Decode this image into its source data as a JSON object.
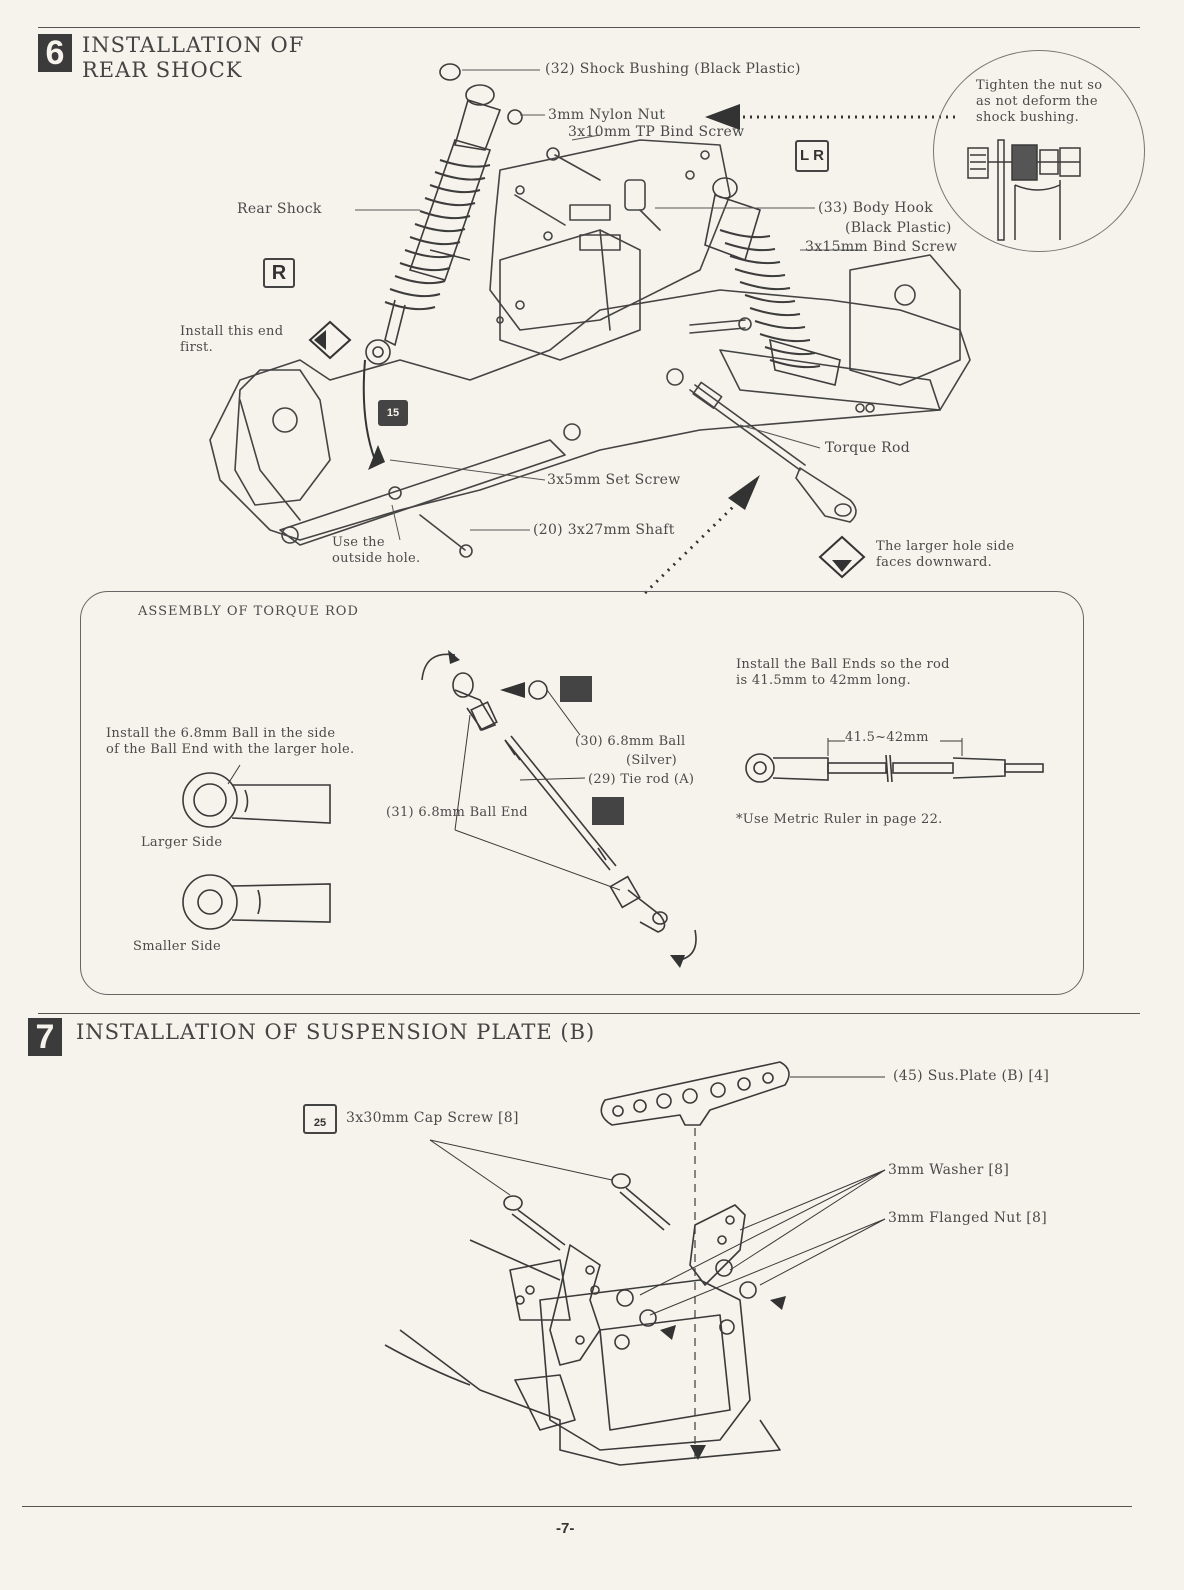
{
  "step6": {
    "number": "6",
    "title_line1": "INSTALLATION OF",
    "title_line2": "REAR SHOCK",
    "labels": {
      "shock_bushing": "(32) Shock Bushing (Black Plastic)",
      "nylon_nut": "3mm Nylon Nut",
      "tp_bind_screw": "3x10mm TP Bind Screw",
      "body_hook_1": "(33) Body Hook",
      "body_hook_2": "(Black Plastic)",
      "bind_screw_15": "3x15mm Bind Screw",
      "rear_shock": "Rear Shock",
      "install_end_1": "Install this end",
      "install_end_2": "first.",
      "torque_rod": "Torque Rod",
      "set_screw": "3x5mm Set Screw",
      "shaft": "(20) 3x27mm Shaft",
      "outside_hole_1": "Use the",
      "outside_hole_2": "outside hole.",
      "larger_hole_1": "The larger hole side",
      "larger_hole_2": "faces downward.",
      "tighten_1": "Tighten the nut so",
      "tighten_2": "as not deform the",
      "tighten_3": "shock bushing.",
      "tag_r": "R",
      "tag_lr": "L R",
      "tag_15": "15"
    }
  },
  "torque_rod_assembly": {
    "title": "ASSEMBLY OF TORQUE ROD",
    "ball_note_1": "Install the 6.8mm Ball in the side",
    "ball_note_2": "of the Ball End with the larger hole.",
    "larger_side": "Larger Side",
    "smaller_side": "Smaller Side",
    "ball": "(30) 6.8mm Ball",
    "ball_color": "(Silver)",
    "tie_rod": "(29) Tie rod (A)",
    "ball_end": "(31) 6.8mm Ball End",
    "length_note_1": "Install the Ball Ends so the rod",
    "length_note_2": "is 41.5mm to 42mm long.",
    "dimension": "41.5~42mm",
    "ruler_note": "*Use Metric Ruler in page 22."
  },
  "step7": {
    "number": "7",
    "title": "INSTALLATION OF SUSPENSION PLATE (B)",
    "sus_plate": "(45) Sus.Plate (B) [4]",
    "cap_screw": "3x30mm Cap Screw [8]",
    "washer": "3mm Washer [8]",
    "flanged_nut": "3mm Flanged Nut [8]",
    "tag_25": "25"
  },
  "footer": {
    "page_number": "-7-"
  }
}
